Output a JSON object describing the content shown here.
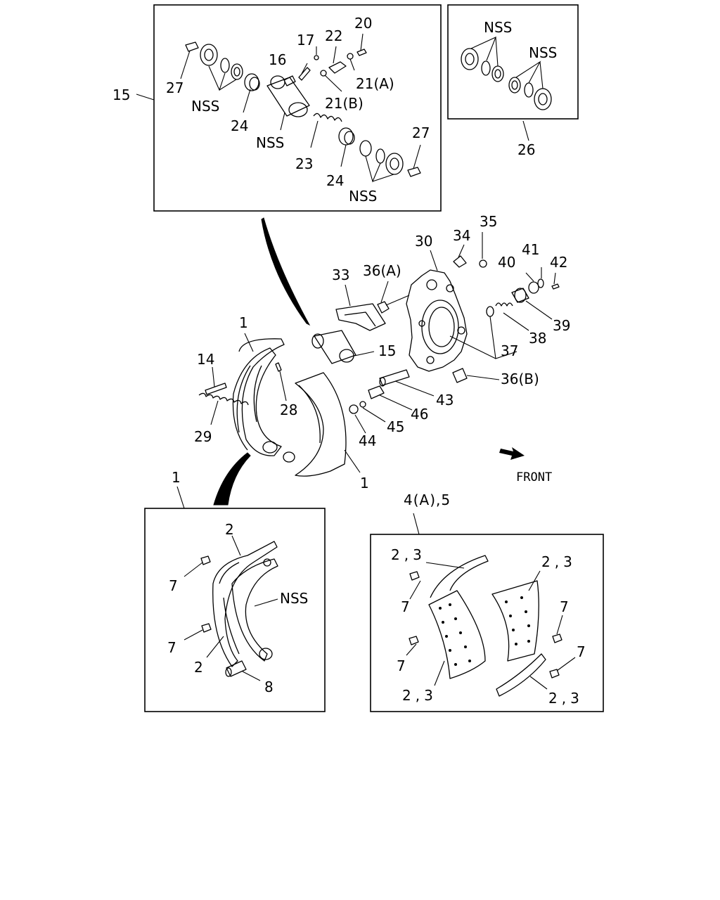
{
  "labels": {
    "l15": "15",
    "l27a": "27",
    "l17": "17",
    "l22": "22",
    "l20": "20",
    "l16": "16",
    "l21a": "21(A)",
    "l21b": "21(B)",
    "nss1": "NSS",
    "l24a": "24",
    "nss2": "NSS",
    "l23": "23",
    "l27b": "27",
    "l24b": "24",
    "nss3": "NSS",
    "nss4": "NSS",
    "nss5": "NSS",
    "l26": "26",
    "l35": "35",
    "l30": "30",
    "l34": "34",
    "l33": "33",
    "l36a": "36(A)",
    "l40": "40",
    "l41": "41",
    "l42": "42",
    "l39": "39",
    "l38": "38",
    "l37": "37",
    "l1a": "1",
    "l14": "14",
    "l15b": "15",
    "l28": "28",
    "l36b": "36(B)",
    "l43": "43",
    "l46": "46",
    "l29": "29",
    "l45": "45",
    "l44": "44",
    "l1b": "1",
    "front": "FRONT",
    "l1c": "1",
    "l2a": "2",
    "l7a": "7",
    "nss6": "NSS",
    "l7b": "7",
    "l2b": "2",
    "l8": "8",
    "l4a5": "4(A),5",
    "l23a": "2,3",
    "l23b": "2,3",
    "l7c": "7",
    "l7d": "7",
    "l7e": "7",
    "l7f": "7",
    "l23c": "2,3",
    "l23d": "2,3"
  }
}
